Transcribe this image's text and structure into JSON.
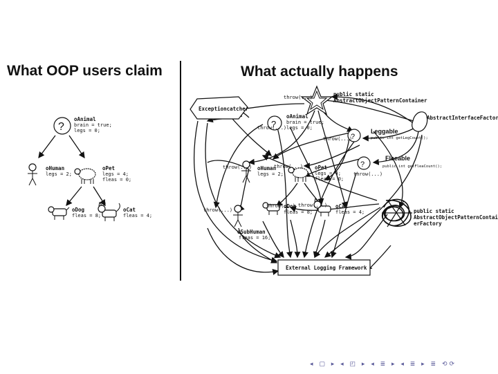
{
  "slide": {
    "left_title": "What OOP users claim",
    "right_title": "What actually happens",
    "nav_bar": "◂ ▢ ▸ ◂ ◰ ▸ ◂ ≣ ▸ ◂ ≣ ▸ ≣ ⟲⟳"
  },
  "claim": {
    "animal": {
      "name": "oAnimal",
      "lines": [
        "brain = true;",
        "legs = 0;"
      ]
    },
    "human": {
      "name": "oHuman",
      "lines": [
        "legs = 2;"
      ]
    },
    "pet": {
      "name": "oPet",
      "lines": [
        "legs = 4;",
        "fleas = 0;"
      ]
    },
    "dog": {
      "name": "oDog",
      "lines": [
        "fleas = 8;"
      ]
    },
    "cat": {
      "name": "oCat",
      "lines": [
        "fleas = 4;"
      ]
    }
  },
  "actual": {
    "exception_catcher": "Exceptioncatcher",
    "container": [
      "public static",
      "AbstractObjectPatternContainer"
    ],
    "interface_factory": "AbstractInterfaceFactory",
    "leggable": {
      "name": "Leggable",
      "method": "public int getLegCount();"
    },
    "fleeable": {
      "name": "Fleeable",
      "method": "public int getFleaCount();"
    },
    "animal": {
      "name": "oAnimal",
      "lines": [
        "brain = true;",
        "legs = 0;"
      ]
    },
    "human": {
      "name": "oHuman",
      "lines": [
        "legs = 2;"
      ]
    },
    "pet": {
      "name": "oPet",
      "lines": [
        "legs = 4;",
        "fleas = 0;"
      ]
    },
    "dog": {
      "name": "oDog",
      "lines": [
        "fleas = 8;"
      ]
    },
    "cat": {
      "name": "oCat",
      "lines": [
        "fleas = 4;"
      ]
    },
    "subhuman": {
      "name": "oSubHuman",
      "lines": [
        "fleas = 16;"
      ]
    },
    "factory": [
      "public static",
      "AbstractObjectPatternContain",
      "erFactory"
    ],
    "logging": "External Logging Framework",
    "throw_label": "throw(...)"
  },
  "icons": [
    "question-mark-icon",
    "stick-figure-icon",
    "sheep-icon",
    "dog-icon",
    "cat-icon",
    "star-icon",
    "scribble-icon"
  ]
}
